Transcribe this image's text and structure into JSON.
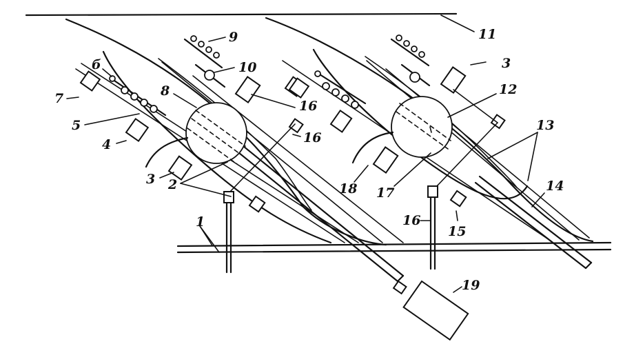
{
  "labels": {
    "l1": "1",
    "l2": "2",
    "l3a": "3",
    "l3b": "3",
    "l4": "4",
    "l5": "5",
    "l6": "б",
    "l7": "7",
    "l8": "8",
    "l9": "9",
    "l10": "10",
    "l11": "11",
    "l12": "12",
    "l13": "13",
    "l14": "14",
    "l15": "15",
    "l16a": "16",
    "l16b": "16",
    "l16c": "16",
    "l17": "17",
    "l18": "18",
    "l19": "19"
  }
}
